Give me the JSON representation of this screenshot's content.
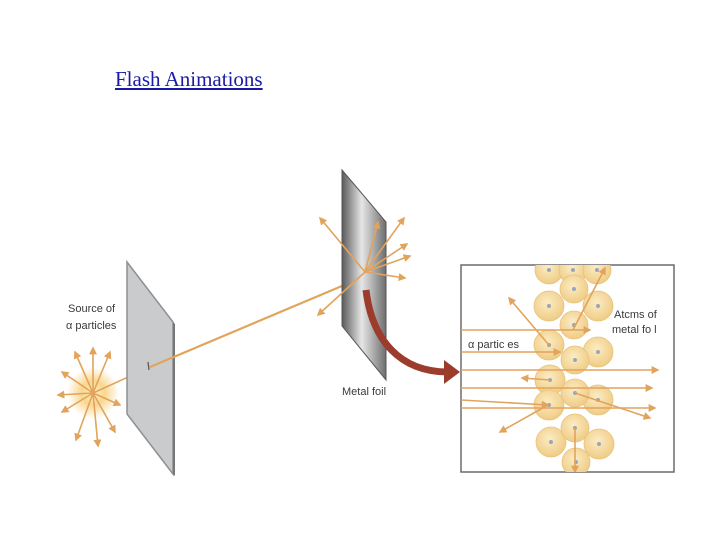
{
  "slide": {
    "link_text": "Flash Animations"
  },
  "diagram": {
    "source_label_line1": "Source of",
    "source_label_line2": "α particles",
    "foil_label": "Metal foil",
    "particles_label": "α partic es",
    "atoms_label_line1": "Atcms of",
    "atoms_label_line2": "metal fo l",
    "colors": {
      "beam": "#e2a35c",
      "curved_arrow": "#9b3c2c",
      "atom_fill": "#f4d9a0",
      "atom_nucleus": "#9aa6b8",
      "screen_fill": "#c9cbcd"
    }
  }
}
